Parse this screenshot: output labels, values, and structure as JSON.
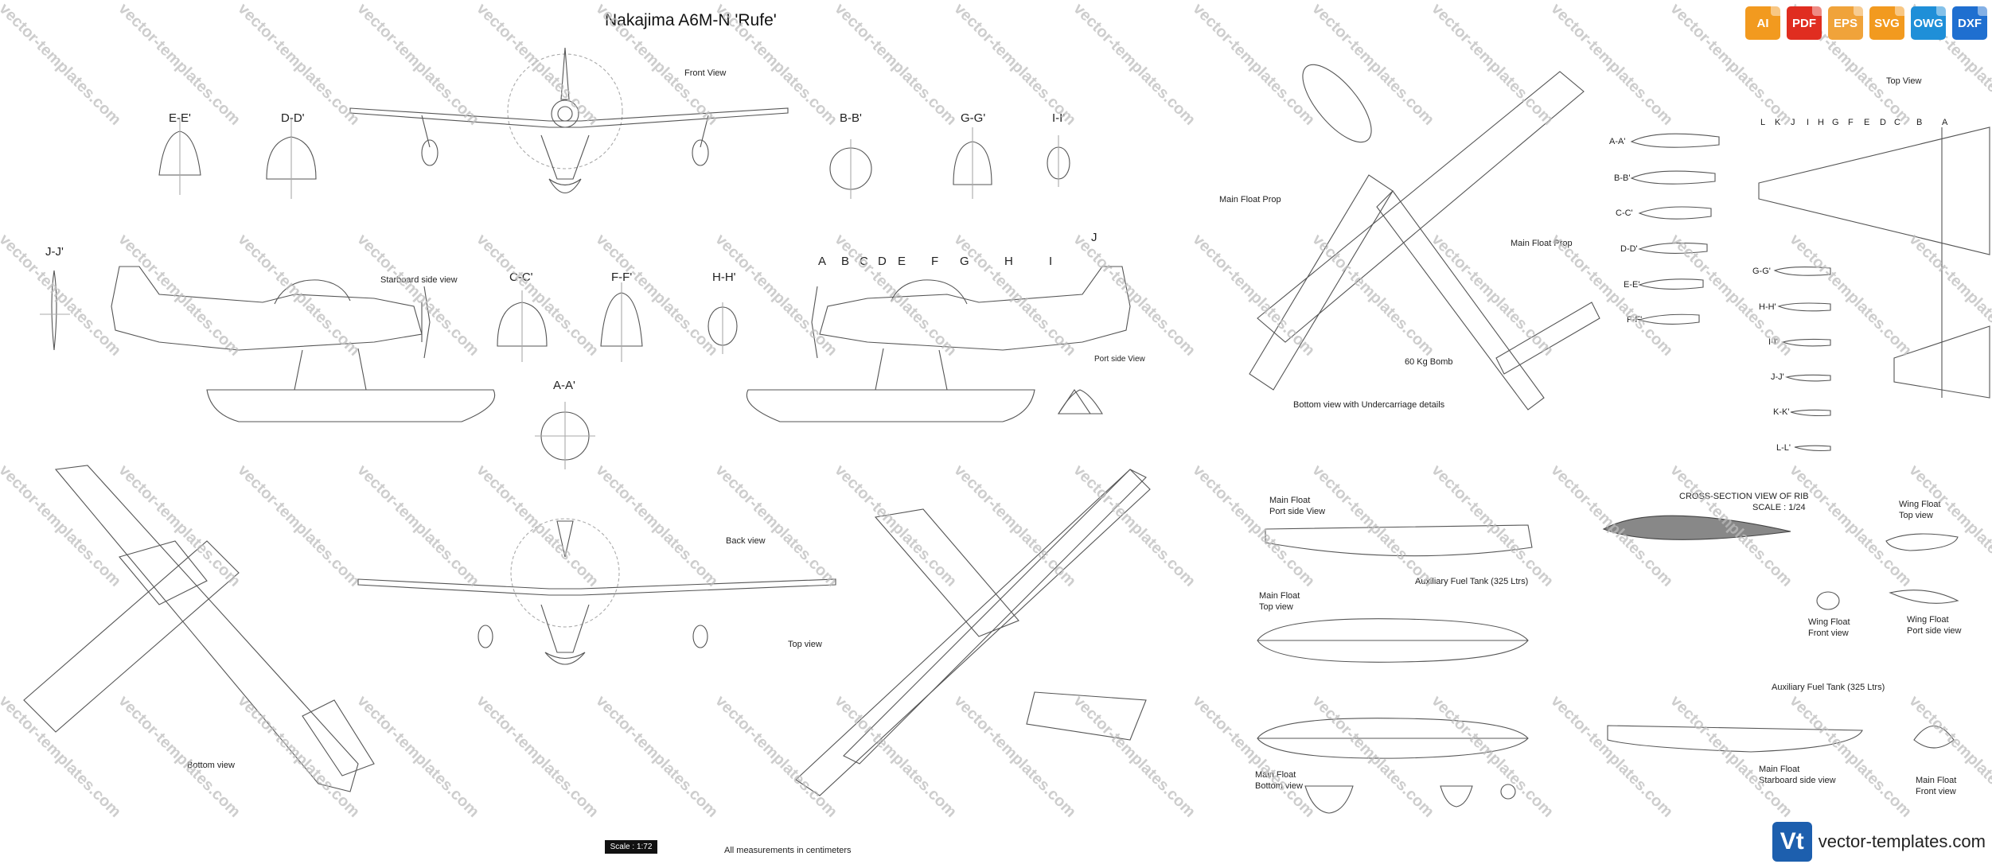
{
  "title": "Nakajima A6M-N 'Rufe'",
  "views": {
    "front": "Front View",
    "starboard": "Starboard side view",
    "port": "Port side View",
    "back": "Back view",
    "top": "Top view",
    "bottom": "Bottom view",
    "top_right": "Top View",
    "bottom_uc": "Bottom view with Undercarriage details"
  },
  "sections": {
    "ee": "E-E'",
    "dd": "D-D'",
    "bb": "B-B'",
    "gg": "G-G'",
    "ii": "I-I'",
    "jj": "J-J'",
    "cc": "C-C'",
    "ff": "F-F'",
    "hh": "H-H'",
    "aa": "A-A'"
  },
  "station_letters": [
    "A",
    "B",
    "C",
    "D",
    "E",
    "F",
    "G",
    "H",
    "I",
    "J"
  ],
  "top_station_letters": [
    "L",
    "K",
    "J",
    "I",
    "H",
    "G",
    "F",
    "E",
    "D",
    "C",
    "B",
    "A"
  ],
  "airfoils": [
    "A-A'",
    "B-B'",
    "C-C'",
    "D-D'",
    "E-E'",
    "F-F'",
    "G-G'",
    "H-H'",
    "I-I'",
    "J-J'",
    "K-K'",
    "L-L'"
  ],
  "callouts": {
    "prop_left": "Main Float Prop",
    "prop_right": "Main Float Prop",
    "bomb": "60 Kg Bomb",
    "fuel_tank_1": "Auxiliary Fuel Tank (325 Ltrs)",
    "fuel_tank_2": "Auxiliary Fuel Tank (325 Ltrs)",
    "rib_title": "CROSS-SECTION VIEW OF RIB",
    "rib_scale": "SCALE : 1/24"
  },
  "floats": {
    "main_port_1": "Main Float",
    "main_port_2": "Port side View",
    "main_top_1": "Main Float",
    "main_top_2": "Top view",
    "main_bottom_1": "Main Float",
    "main_bottom_2": "Bottom view",
    "main_starboard_1": "Main Float",
    "main_starboard_2": "Starboard side view",
    "main_front_1": "Main Float",
    "main_front_2": "Front view",
    "wing_top_1": "Wing Float",
    "wing_top_2": "Top view",
    "wing_front_1": "Wing Float",
    "wing_front_2": "Front view",
    "wing_port_1": "Wing Float",
    "wing_port_2": "Port side view"
  },
  "scale": "Scale : 1:72",
  "measurements": "All measurements in centimeters",
  "formats": [
    {
      "label": "AI",
      "color": "#f29a1f"
    },
    {
      "label": "PDF",
      "color": "#e02d20"
    },
    {
      "label": "EPS",
      "color": "#f0a33a"
    },
    {
      "label": "SVG",
      "color": "#f29a1f"
    },
    {
      "label": "OWG",
      "color": "#1f8fd8"
    },
    {
      "label": "DXF",
      "color": "#1f6fd0"
    }
  ],
  "brand": {
    "logo": "Vt",
    "name": "vector-templates.com"
  },
  "watermark": "vector-templates.com"
}
